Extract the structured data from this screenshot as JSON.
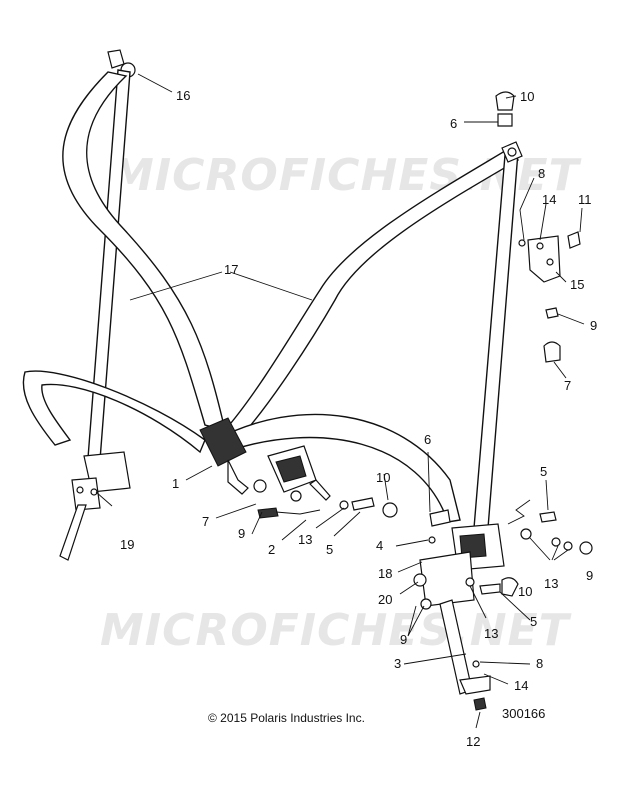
{
  "watermark": {
    "top": "MICROFICHES.NET",
    "bottom": "MICROFICHES.NET"
  },
  "callouts": {
    "c16": "16",
    "c10a": "10",
    "c6a": "6",
    "c8a": "8",
    "c14a": "14",
    "c11": "11",
    "c15": "15",
    "c9a": "9",
    "c7a": "7",
    "c17": "17",
    "c1": "1",
    "c7b": "7",
    "c10b": "10",
    "c6b": "6",
    "c5a": "5",
    "c9b": "9",
    "c13a": "13",
    "c2": "2",
    "c5b": "5",
    "c19": "19",
    "c4": "4",
    "c18": "18",
    "c20": "20",
    "c9c": "9",
    "c13b": "13",
    "c9d": "9",
    "c10c": "10",
    "c5c": "5",
    "c13c": "13",
    "c3": "3",
    "c8b": "8",
    "c14b": "14",
    "c12": "12"
  },
  "footer": {
    "copyright": "© 2015 Polaris Industries Inc.",
    "diagram_number": "300166"
  }
}
